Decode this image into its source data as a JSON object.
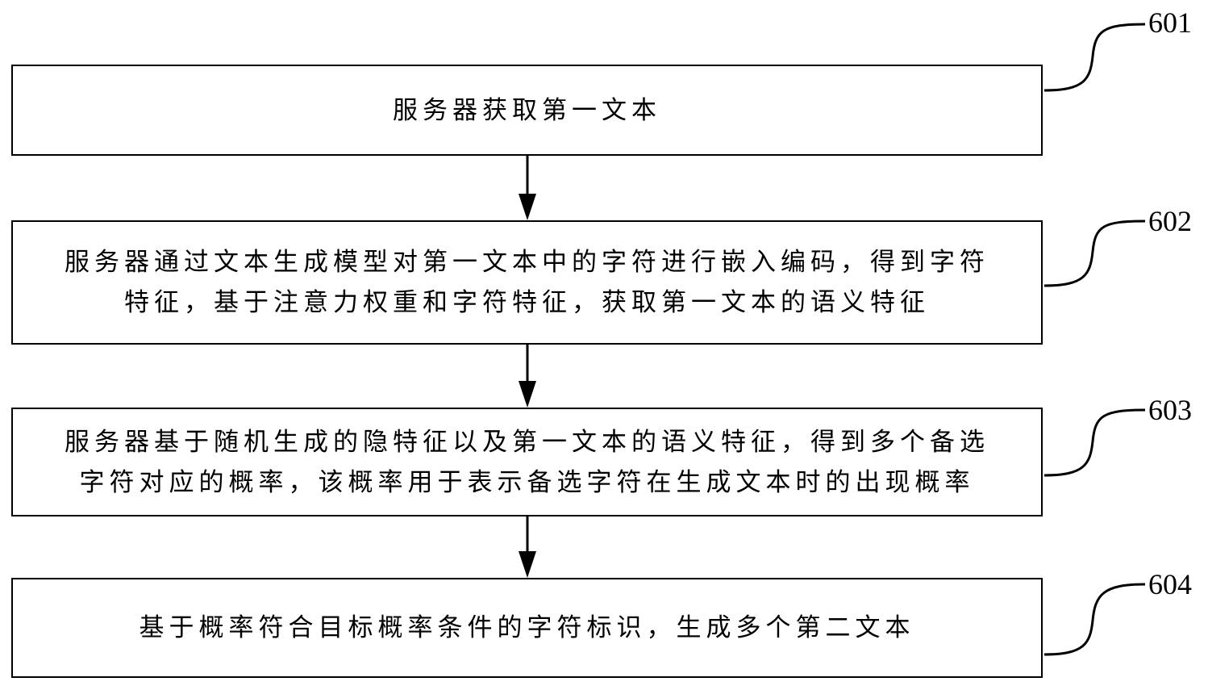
{
  "steps": [
    {
      "id": "601",
      "text": "服务器获取第一文本"
    },
    {
      "id": "602",
      "text": "服务器通过文本生成模型对第一文本中的字符进行嵌入编码，得到字符\n特征，基于注意力权重和字符特征，获取第一文本的语义特征"
    },
    {
      "id": "603",
      "text": "服务器基于随机生成的隐特征以及第一文本的语义特征，得到多个备选\n字符对应的概率，该概率用于表示备选字符在生成文本时的出现概率"
    },
    {
      "id": "604",
      "text": "基于概率符合目标概率条件的字符标识，生成多个第二文本"
    }
  ]
}
